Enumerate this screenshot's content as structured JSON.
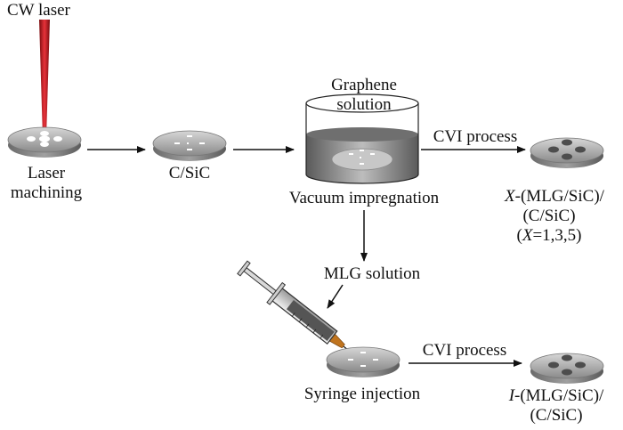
{
  "labels": {
    "cw_laser": "CW laser",
    "laser_machining_1": "Laser",
    "laser_machining_2": "machining",
    "csic": "C/SiC",
    "graphene_1": "Graphene",
    "graphene_2": "solution",
    "vacuum_impregnation": "Vacuum impregnation",
    "cvi_top": "CVI process",
    "x_product_1_italic": "X",
    "x_product_1_rest": "-(MLG/SiC)/",
    "x_product_2": "(C/SiC)",
    "x_product_3_open": "(",
    "x_product_3_italic": "X",
    "x_product_3_rest": "=1,3,5)",
    "mlg_solution": "MLG solution",
    "syringe_injection": "Syringe injection",
    "cvi_bottom": "CVI process",
    "i_product_1_italic": "I",
    "i_product_1_rest": "-(MLG/SiC)/",
    "i_product_2": "(C/SiC)"
  }
}
